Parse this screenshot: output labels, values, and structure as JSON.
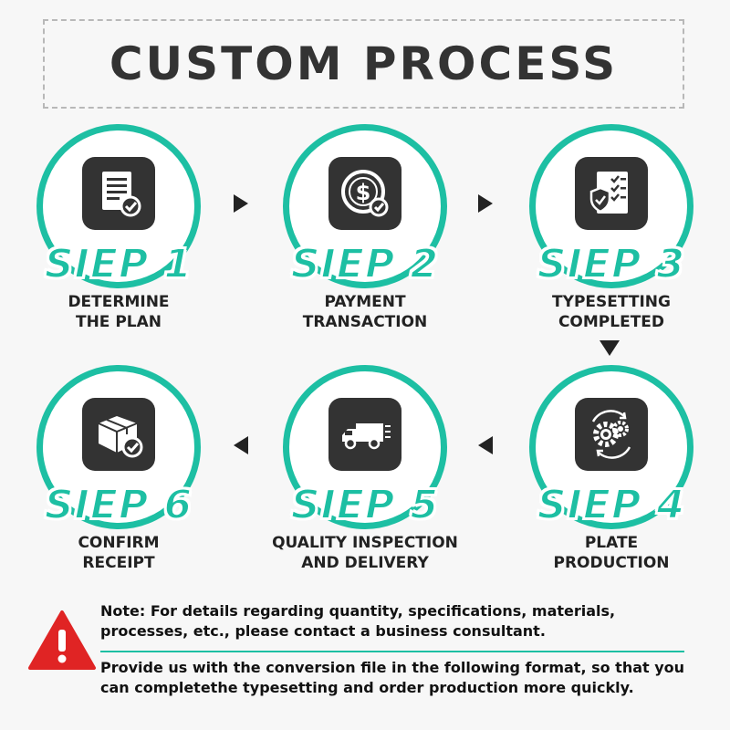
{
  "title": "CUSTOM PROCESS",
  "steps": [
    {
      "label": "SIEP 1",
      "desc": "DETERMINE\nTHE PLAN",
      "icon": "document-check-icon"
    },
    {
      "label": "SIEP 2",
      "desc": "PAYMENT\nTRANSACTION",
      "icon": "dollar-coin-icon"
    },
    {
      "label": "SIEP 3",
      "desc": "TYPESETTING\nCOMPLETED",
      "icon": "checklist-shield-icon"
    },
    {
      "label": "SIEP 4",
      "desc": "PLATE\nPRODUCTION",
      "icon": "gears-cycle-icon"
    },
    {
      "label": "SIEP 5",
      "desc": "QUALITY INSPECTION\nAND DELIVERY",
      "icon": "delivery-truck-icon"
    },
    {
      "label": "SIEP 6",
      "desc": "CONFIRM\nRECEIPT",
      "icon": "package-check-icon"
    }
  ],
  "colors": {
    "accent": "#1dbfa3",
    "tile": "#333333",
    "warning": "#e02424"
  },
  "notes": {
    "note1": "Note: For details regarding quantity, specifications, materials, processes, etc., please contact a business consultant.",
    "note2": "Provide us with the conversion file in the following format, so that you can completethe typesetting and order production more quickly."
  }
}
